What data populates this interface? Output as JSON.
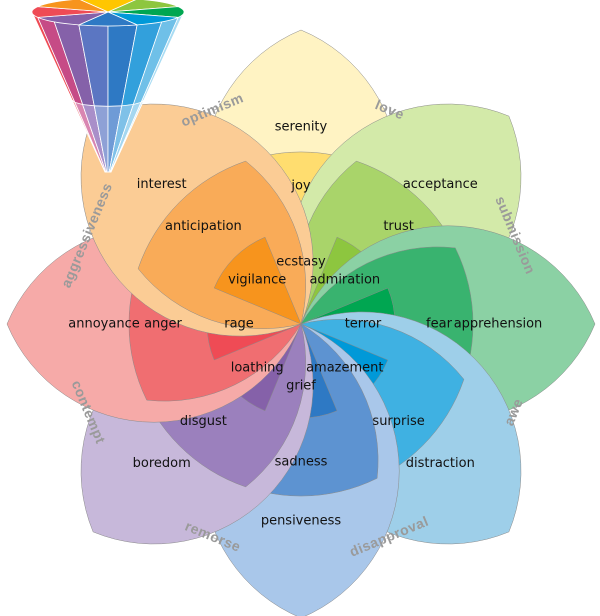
{
  "petals": [
    {
      "key": "joy",
      "inner": "ecstasy",
      "middle": "joy",
      "outer": "serenity",
      "colors": [
        "#ffc600",
        "#ffdd6f",
        "#fff3c3"
      ]
    },
    {
      "key": "trust",
      "inner": "admiration",
      "middle": "trust",
      "outer": "acceptance",
      "colors": [
        "#8dc63f",
        "#a9d46a",
        "#d3eaa9"
      ]
    },
    {
      "key": "fear",
      "inner": "terror",
      "middle": "fear",
      "outer": "apprehension",
      "colors": [
        "#00a651",
        "#39b36f",
        "#8bd1a4"
      ]
    },
    {
      "key": "surprise",
      "inner": "amazement",
      "middle": "surprise",
      "outer": "distraction",
      "colors": [
        "#0099d8",
        "#3fb1e2",
        "#9ecfe9"
      ]
    },
    {
      "key": "sadness",
      "inner": "grief",
      "middle": "sadness",
      "outer": "pensiveness",
      "colors": [
        "#2e79c4",
        "#5d93d1",
        "#a9c7ea"
      ]
    },
    {
      "key": "disgust",
      "inner": "loathing",
      "middle": "disgust",
      "outer": "boredom",
      "colors": [
        "#8561a9",
        "#9b80bd",
        "#c7b8da"
      ]
    },
    {
      "key": "anger",
      "inner": "rage",
      "middle": "anger",
      "outer": "annoyance",
      "colors": [
        "#ef4b55",
        "#f06e71",
        "#f6aaa8"
      ]
    },
    {
      "key": "anticipation",
      "inner": "vigilance",
      "middle": "anticipation",
      "outer": "interest",
      "colors": [
        "#f7941d",
        "#f9ab58",
        "#fbcc95"
      ]
    }
  ],
  "dyads": [
    "love",
    "submission",
    "awe",
    "disapproval",
    "remorse",
    "contempt",
    "aggressiveness",
    "optimism"
  ],
  "cone_icon": "emotion-cone-icon"
}
